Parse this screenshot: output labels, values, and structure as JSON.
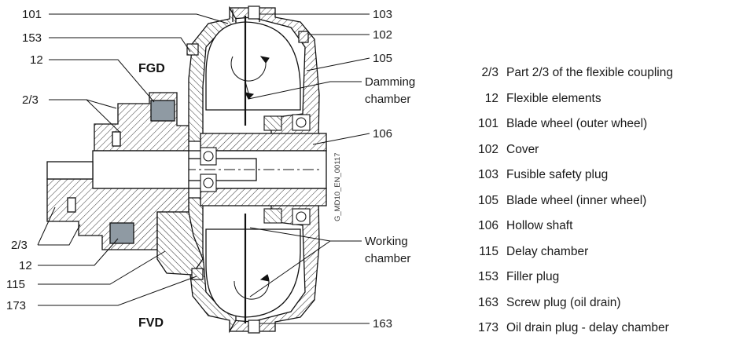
{
  "drawing_id": "G_MD10_EN_00117",
  "section_labels": {
    "top": "FGD",
    "bottom": "FVD"
  },
  "callouts": {
    "c101": "101",
    "c153": "153",
    "c12a": "12",
    "c23a": "2/3",
    "c23b": "2/3",
    "c12b": "12",
    "c115": "115",
    "c173": "173",
    "c103": "103",
    "c102": "102",
    "c105": "105",
    "damming_1": "Damming",
    "damming_2": "chamber",
    "c106": "106",
    "working_1": "Working",
    "working_2": "chamber",
    "c163": "163"
  },
  "legend": [
    {
      "num": "2/3",
      "desc": "Part 2/3 of the flexible coupling"
    },
    {
      "num": "12",
      "desc": "Flexible elements"
    },
    {
      "num": "101",
      "desc": "Blade wheel (outer wheel)"
    },
    {
      "num": "102",
      "desc": "Cover"
    },
    {
      "num": "103",
      "desc": "Fusible safety plug"
    },
    {
      "num": "105",
      "desc": "Blade wheel (inner wheel)"
    },
    {
      "num": "106",
      "desc": "Hollow shaft"
    },
    {
      "num": "115",
      "desc": "Delay chamber"
    },
    {
      "num": "153",
      "desc": "Filler plug"
    },
    {
      "num": "163",
      "desc": "Screw plug (oil drain)"
    },
    {
      "num": "173",
      "desc": "Oil drain plug - delay chamber"
    }
  ]
}
